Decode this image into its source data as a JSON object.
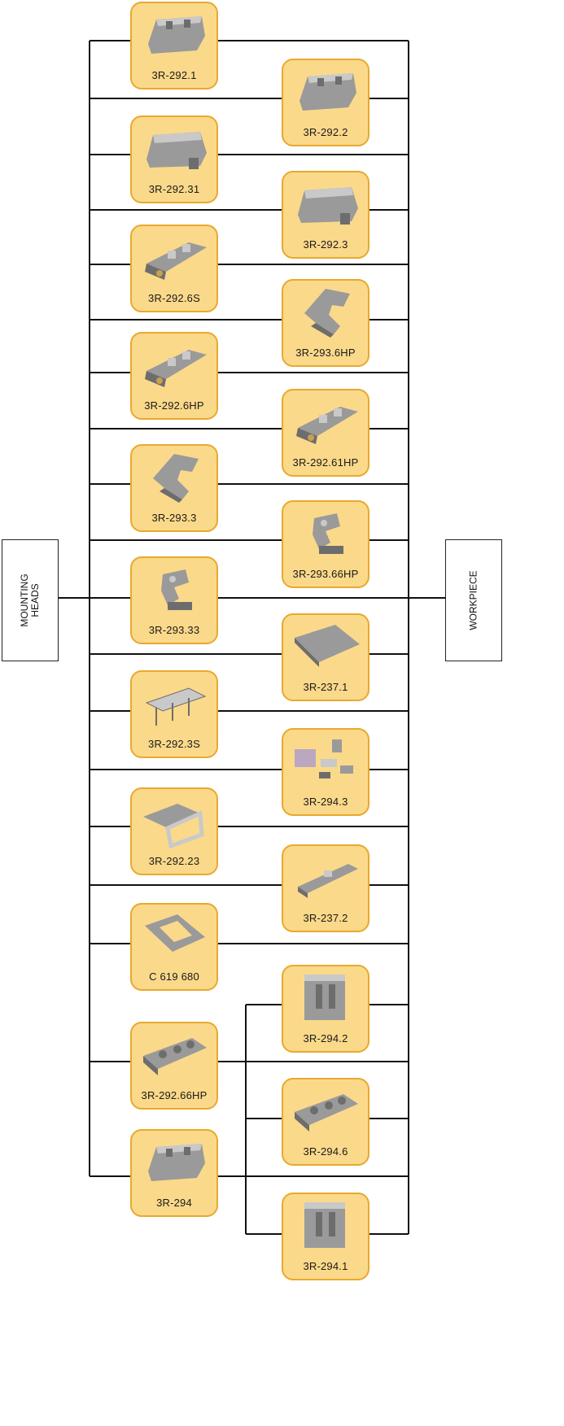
{
  "ends": {
    "left_label": "MOUNTING\nHEADS",
    "right_label": "WORKPIECE"
  },
  "parts": [
    {
      "code": "3R-292.1",
      "icon": "pallet-clamp-icon"
    },
    {
      "code": "3R-292.2",
      "icon": "pallet-clamp-icon"
    },
    {
      "code": "3R-292.31",
      "icon": "clamp-block-icon"
    },
    {
      "code": "3R-292.3",
      "icon": "clamp-block-icon"
    },
    {
      "code": "3R-292.6S",
      "icon": "vise-clamp-icon"
    },
    {
      "code": "3R-293.6HP",
      "icon": "fork-holder-icon"
    },
    {
      "code": "3R-292.6HP",
      "icon": "vise-clamp-icon"
    },
    {
      "code": "3R-292.61HP",
      "icon": "vise-clamp-icon"
    },
    {
      "code": "3R-293.3",
      "icon": "fork-holder-icon"
    },
    {
      "code": "3R-293.66HP",
      "icon": "hook-clamp-icon"
    },
    {
      "code": "3R-293.33",
      "icon": "hook-clamp-icon"
    },
    {
      "code": "3R-237.1",
      "icon": "flat-plate-icon"
    },
    {
      "code": "3R-292.3S",
      "icon": "rod-frame-icon"
    },
    {
      "code": "3R-294.3",
      "icon": "parts-kit-icon"
    },
    {
      "code": "3R-292.23",
      "icon": "frame-holder-icon"
    },
    {
      "code": "3R-237.2",
      "icon": "bar-profile-icon"
    },
    {
      "code": "C 619 680",
      "icon": "square-frame-icon"
    },
    {
      "code": "3R-294.2",
      "icon": "block-vise-icon"
    },
    {
      "code": "3R-292.66HP",
      "icon": "multi-chuck-icon"
    },
    {
      "code": "3R-294.6",
      "icon": "multi-chuck-icon"
    },
    {
      "code": "3R-294",
      "icon": "pallet-clamp-icon"
    },
    {
      "code": "3R-294.1",
      "icon": "block-vise-icon"
    }
  ],
  "colors": {
    "card_fill": "#fbd98a",
    "card_border": "#e8a92e",
    "line": "#111111",
    "part_gray": "#9a9a9a"
  }
}
